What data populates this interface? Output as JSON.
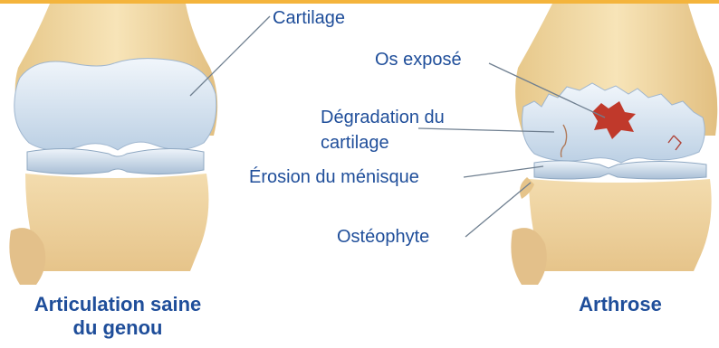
{
  "colors": {
    "accent_bar": "#f4b43c",
    "label_text": "#1f4e9a",
    "leader_line": "#6f7f90",
    "bone": "#f1d9a3",
    "cartilage": "#d8e6f3",
    "exposed_bone": "#c0392b"
  },
  "labels": {
    "cartilage": "Cartilage",
    "exposed_bone": "Os exposé",
    "cartilage_degradation_line1": "Dégradation du",
    "cartilage_degradation_line2": "cartilage",
    "meniscus_erosion": "Érosion du ménisque",
    "osteophyte": "Ostéophyte"
  },
  "captions": {
    "healthy_line1": "Articulation saine",
    "healthy_line2": "du genou",
    "arthrosis": "Arthrose"
  }
}
